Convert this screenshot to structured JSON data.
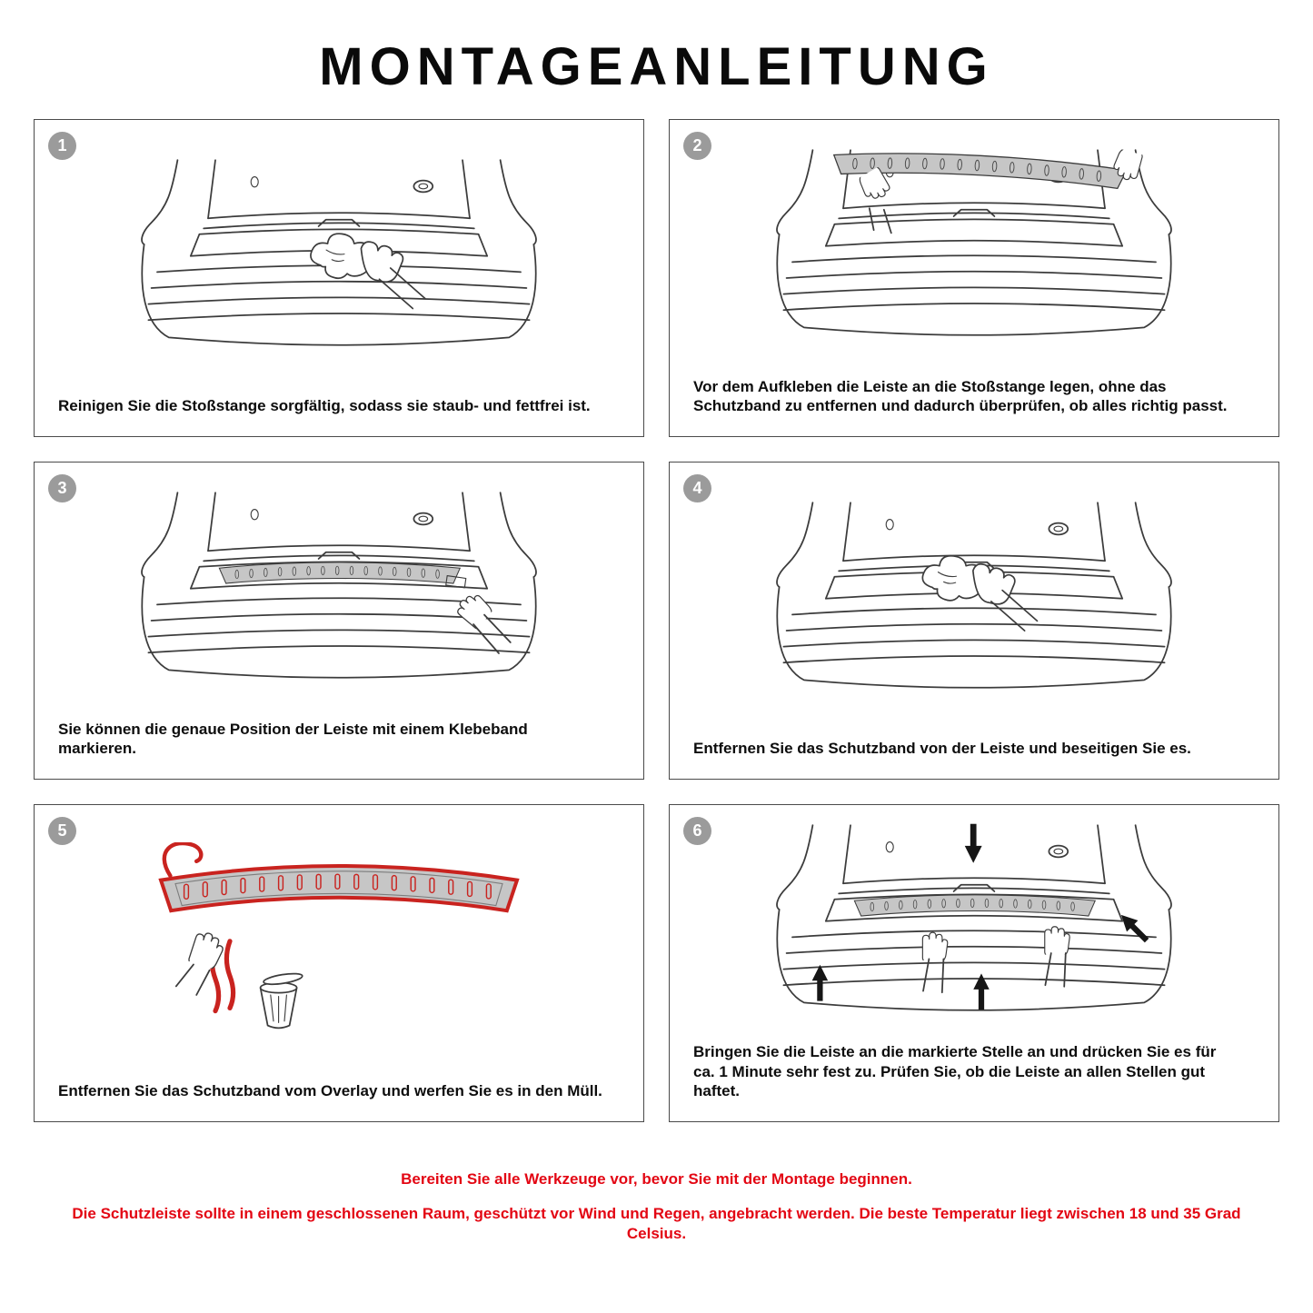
{
  "page": {
    "title": "MONTAGEANLEITUNG"
  },
  "steps": [
    {
      "number": "1",
      "caption": "Reinigen Sie die Stoßstange sorgfältig, sodass sie staub- und fettfrei ist."
    },
    {
      "number": "2",
      "caption": "Vor dem Aufkleben die Leiste an die Stoßstange legen, ohne das Schutzband zu entfernen und dadurch überprüfen, ob alles richtig passt."
    },
    {
      "number": "3",
      "caption": "Sie können die genaue Position der Leiste mit einem Klebeband markieren."
    },
    {
      "number": "4",
      "caption": "Entfernen Sie das Schutzband von der Leiste und beseitigen Sie es."
    },
    {
      "number": "5",
      "caption": "Entfernen Sie das Schutzband vom Overlay und werfen Sie es in den Müll."
    },
    {
      "number": "6",
      "caption": "Bringen Sie die Leiste an die markierte Stelle an und drücken Sie es für ca. 1 Minute sehr fest zu. Prüfen Sie, ob die Leiste an allen Stellen gut haftet."
    }
  ],
  "footer": {
    "line1": "Bereiten Sie alle Werkzeuge vor, bevor Sie mit der Montage beginnen.",
    "line2": "Die Schutzleiste sollte in einem geschlossenen Raum, geschützt vor Wind und Regen, angebracht werden. Die beste Temperatur liegt zwischen 18 und 35 Grad Celsius."
  },
  "colors": {
    "accent_red": "#e30613",
    "drawing_red": "#c9231f",
    "badge_gray": "#9b9b9b",
    "line_color": "#3c3c3c",
    "strip_fill": "#c6c6c6"
  }
}
